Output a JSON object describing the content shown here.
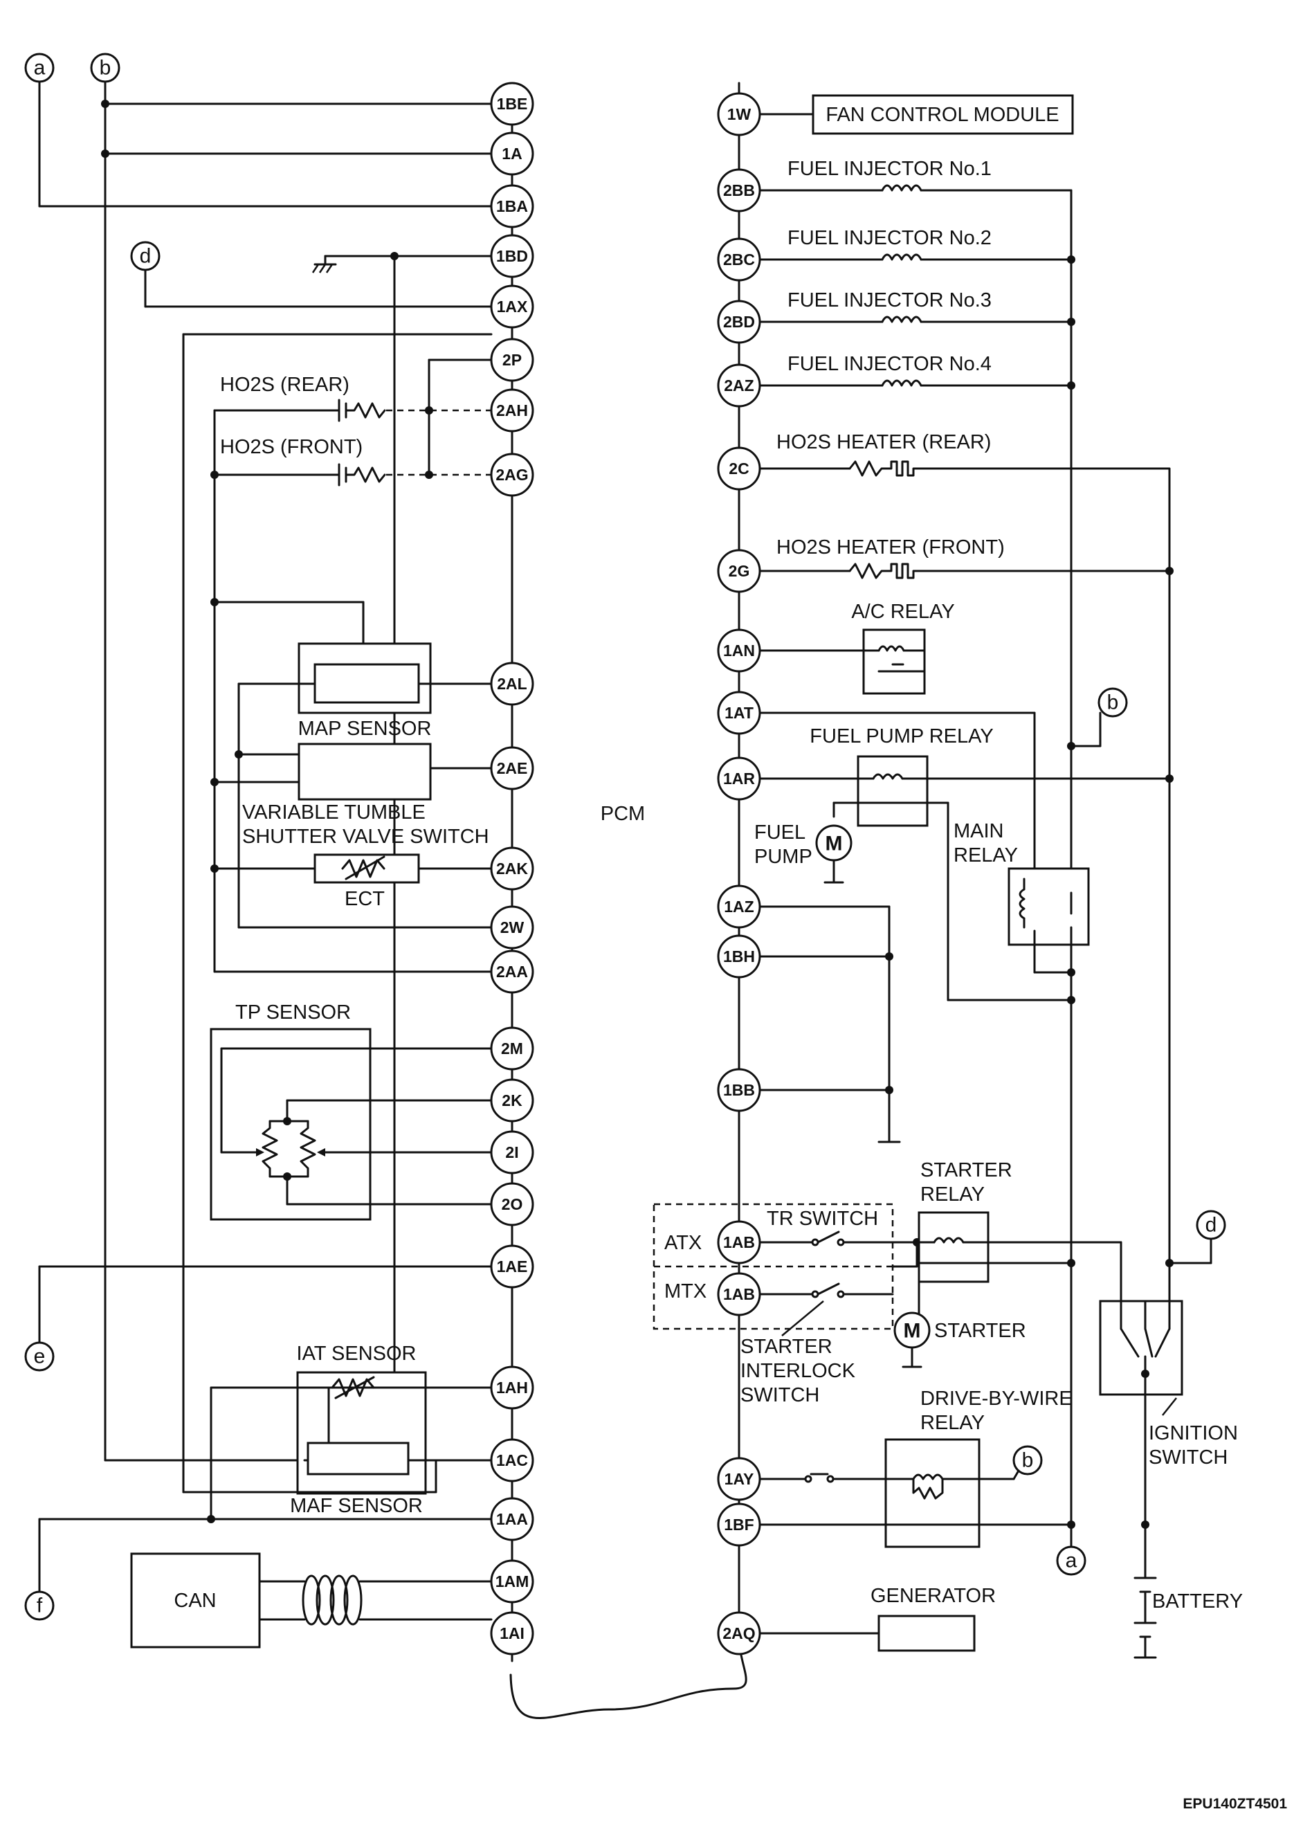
{
  "diagram": {
    "pcm_label": "PCM",
    "pins_left": [
      "1BE",
      "1A",
      "1BA",
      "1BD",
      "1AX",
      "2P",
      "2AH",
      "2AG",
      "2AL",
      "2AE",
      "2AK",
      "2W",
      "2AA",
      "2M",
      "2K",
      "2I",
      "2O",
      "1AE",
      "1AH",
      "1AC",
      "1AA",
      "1AM",
      "1AI"
    ],
    "pins_right": [
      "1W",
      "2BB",
      "2BC",
      "2BD",
      "2AZ",
      "2C",
      "2G",
      "1AN",
      "1AT",
      "1AR",
      "1AZ",
      "1BH",
      "1BB",
      "1AB",
      "1AB",
      "1AY",
      "1BF",
      "2AQ"
    ],
    "ref_points": [
      "a",
      "b",
      "d",
      "e",
      "f"
    ],
    "labels": {
      "fan_control_module": "FAN CONTROL MODULE",
      "fuel_injector_1": "FUEL INJECTOR No.1",
      "fuel_injector_2": "FUEL INJECTOR No.2",
      "fuel_injector_3": "FUEL INJECTOR No.3",
      "fuel_injector_4": "FUEL INJECTOR No.4",
      "ho2s_heater_rear": "HO2S HEATER (REAR)",
      "ho2s_heater_front": "HO2S HEATER (FRONT)",
      "ac_relay": "A/C RELAY",
      "fuel_pump_relay": "FUEL PUMP RELAY",
      "fuel_pump_1": "FUEL",
      "fuel_pump_2": "PUMP",
      "main_relay_1": "MAIN",
      "main_relay_2": "RELAY",
      "ho2s_rear": "HO2S (REAR)",
      "ho2s_front": "HO2S (FRONT)",
      "map_sensor": "MAP SENSOR",
      "vts_1": "VARIABLE TUMBLE",
      "vts_2": "SHUTTER VALVE SWITCH",
      "ect": "ECT",
      "tp_sensor": "TP SENSOR",
      "iat_sensor": "IAT SENSOR",
      "maf_sensor": "MAF SENSOR",
      "can": "CAN",
      "atx": "ATX",
      "mtx": "MTX",
      "tr_switch": "TR SWITCH",
      "starter_relay_1": "STARTER",
      "starter_relay_2": "RELAY",
      "starter": "STARTER",
      "starter_interlock_1": "STARTER",
      "starter_interlock_2": "INTERLOCK",
      "starter_interlock_3": "SWITCH",
      "dbw_relay_1": "DRIVE-BY-WIRE",
      "dbw_relay_2": "RELAY",
      "ignition_switch_1": "IGNITION",
      "ignition_switch_2": "SWITCH",
      "battery": "BATTERY",
      "generator": "GENERATOR",
      "motor_symbol": "M"
    },
    "figure_code": "EPU140ZT4501"
  }
}
